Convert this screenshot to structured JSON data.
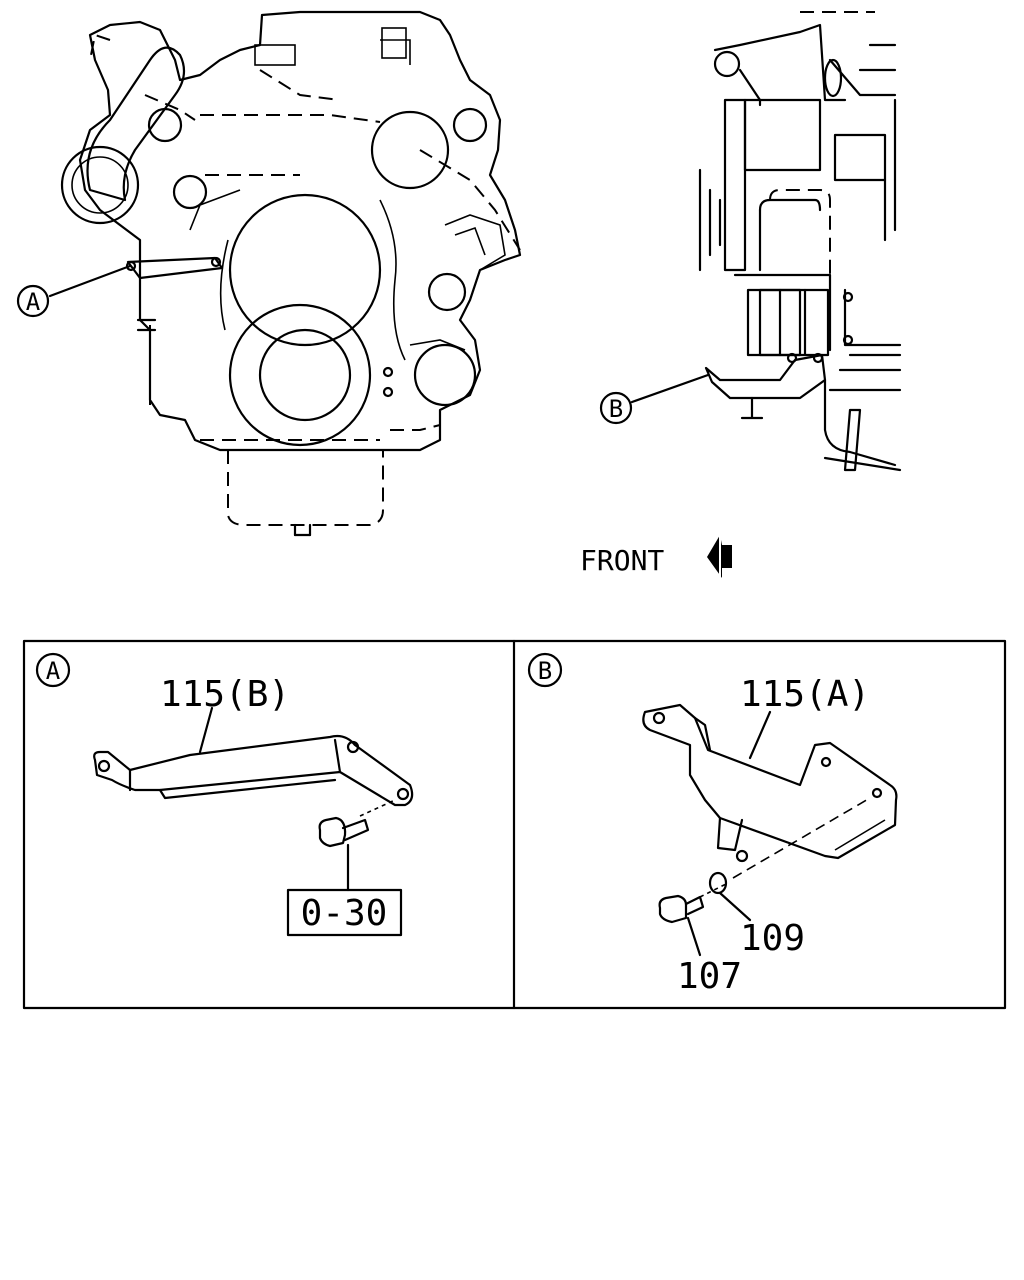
{
  "callouts": {
    "a": "A",
    "b": "B"
  },
  "front": {
    "label": "FRONT"
  },
  "panel_a": {
    "marker": "A",
    "part_label": "115(B)",
    "ref_box": "0-30"
  },
  "panel_b": {
    "marker": "B",
    "part_label": "115(A)",
    "bolt_label": "107",
    "washer_label": "109"
  }
}
